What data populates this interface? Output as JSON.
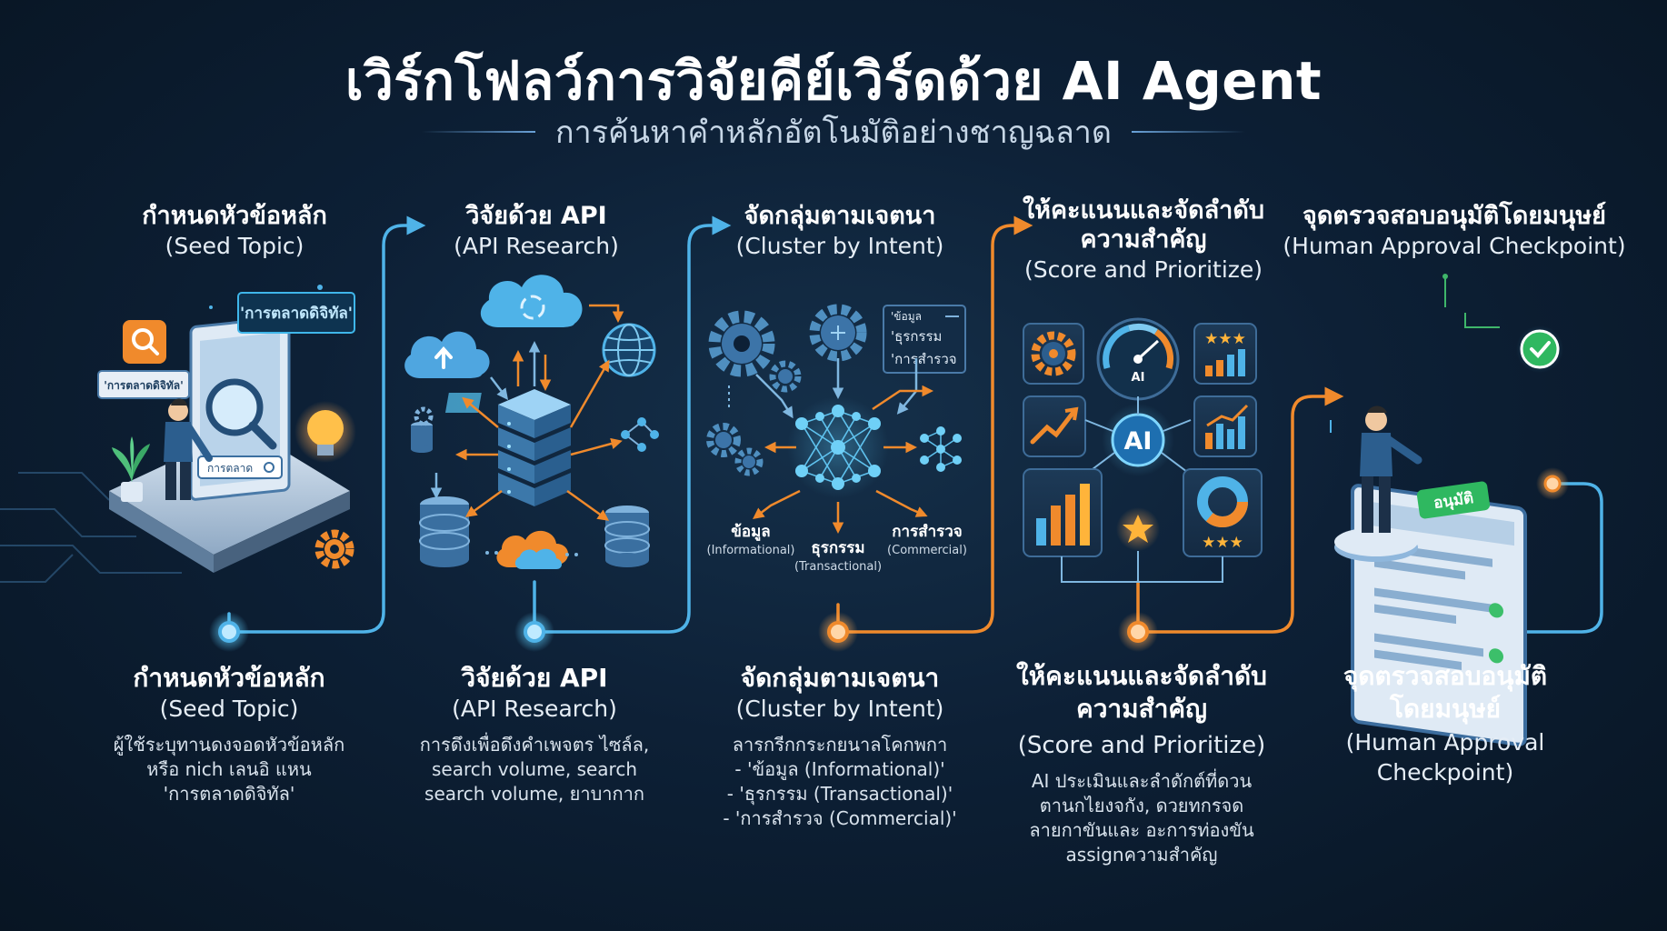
{
  "header": {
    "title": "เวิร์กโฟลว์การวิจัยคีย์เวิร์ดด้วย AI Agent",
    "subtitle": "การค้นหาคำหลักอัตโนมัติอย่างชาญฉลาด"
  },
  "steps": [
    {
      "title": "กำหนดหัวข้อหลัก",
      "title_en": "(Seed Topic)",
      "bottom_title": "กำหนดหัวข้อหลัก",
      "bottom_title_en": "(Seed Topic)",
      "desc": [
        "ผู้ใช้ระบุทานดงจอดหัวข้อหลัก",
        "หรือ nich เลนอิ แหน",
        "'การตลาดดิจิทัล'"
      ],
      "tag_1": "'การตลาดดิจิทัล'",
      "tag_2": "'การตลาดดิจิทัล'",
      "search_text": "การตลาด"
    },
    {
      "title": "วิจัยด้วย API",
      "title_en": "(API Research)",
      "bottom_title": "วิจัยด้วย API",
      "bottom_title_en": "(API Research)",
      "desc": [
        "การดึงเพื่อดึงคำเพจตร ไซล์ล,",
        "search volume, search",
        "search volume, ยาบากาก"
      ]
    },
    {
      "title": "จัดกลุ่มตามเจตนา",
      "title_en": "(Cluster by Intent)",
      "bottom_title": "จัดกลุ่มตามเจตนา",
      "bottom_title_en": "(Cluster by Intent)",
      "desc": [
        "ลารกรีกกระกยนาลโคกพกา",
        "- 'ข้อมูล (Informational)'",
        "- 'ธุรกรรม (Transactional)'",
        "- 'การสำรวจ (Commercial)'"
      ],
      "legend": [
        "'ข้อมูล",
        "'ธุรกรรม",
        "'การสำรวจ"
      ],
      "clusters": [
        {
          "th": "ข้อมูล",
          "en": "(Informational)"
        },
        {
          "th": "ธุรกรรม",
          "en": "(Transactional)"
        },
        {
          "th": "การสำรวจ",
          "en": "(Commercial)"
        }
      ]
    },
    {
      "title_1": "ให้คะแนนและจัดลำดับ",
      "title_2": "ความสำคัญ",
      "title_en": "(Score and Prioritize)",
      "bottom_title_1": "ให้คะแนนและจัดลำดับ",
      "bottom_title_2": "ความสำคัญ",
      "bottom_title_en": "(Score and Prioritize)",
      "desc": [
        "AI ประเมินและลำดักต์ที่ดวน",
        "ตานกไยงจกัง, ดวยทกรจด",
        "ลายกาขันและ อะการท่องขัน",
        "assignความสำคัญ"
      ],
      "ai_gauge": "AI",
      "ai_center": "AI"
    },
    {
      "title": "จุดตรวจสอบอนุมัติโดยมนุษย์",
      "title_en": "(Human Approval Checkpoint)",
      "bottom_title_1": "จุดตรวจสอบอนุมัติ",
      "bottom_title_2": "โดยมนุษย์",
      "bottom_title_en_1": "(Human Approval",
      "bottom_title_en_2": "Checkpoint)",
      "approve_label": "อนุมัติ"
    }
  ],
  "colors": {
    "background": "#0d2036",
    "accent_blue": "#4fb3e8",
    "accent_orange": "#f08a2c",
    "text": "#ffffff"
  },
  "icons": [
    "search-icon",
    "lightbulb-icon",
    "gear-icon",
    "plant-icon",
    "cloud-upload-icon",
    "cloud-sync-icon",
    "globe-icon",
    "server-icon",
    "database-icon",
    "network-icon",
    "neural-network-icon",
    "gauge-icon",
    "chart-icon",
    "star-icon",
    "pie-chart-icon",
    "check-icon",
    "person-icon"
  ]
}
